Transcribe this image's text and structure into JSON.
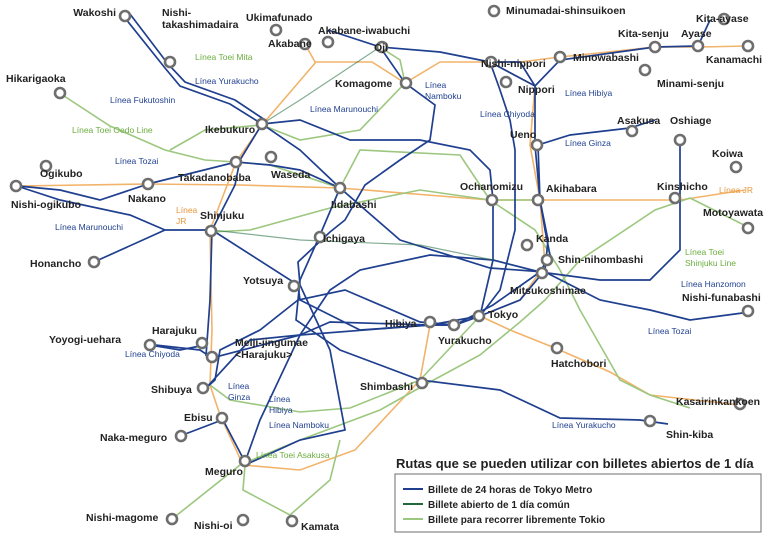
{
  "colors": {
    "metro": "#1f3f8f",
    "common": "#1e6a3a",
    "free": "#9cc77f",
    "jr": "#f2b36a",
    "station_outer": "#6e6e6e",
    "station_inner": "#ffffff",
    "label_dark": "#1f3f8f",
    "label_green": "#6cad3f",
    "label_orange": "#e8963a"
  },
  "stations": [
    {
      "id": "wakoshi",
      "name": "Wakoshi"
    },
    {
      "id": "nishi_takashimadaira",
      "name": "Nishi-\ntakashimadaira"
    },
    {
      "id": "ukimafunado",
      "name": "Ukimafunado"
    },
    {
      "id": "minumadai",
      "name": "Minumadai-shinsuikoen"
    },
    {
      "id": "kita_ayase",
      "name": "Kita-ayase"
    },
    {
      "id": "ayase",
      "name": "Ayase"
    },
    {
      "id": "kita_senju",
      "name": "Kita-senju"
    },
    {
      "id": "kanamachi",
      "name": "Kanamachi"
    },
    {
      "id": "akabane_iwabuchi",
      "name": "Akabane-iwabuchi"
    },
    {
      "id": "akabane",
      "name": "Akabane"
    },
    {
      "id": "oji",
      "name": "Oji"
    },
    {
      "id": "minowabashi",
      "name": "Minowabashi"
    },
    {
      "id": "minami_senju",
      "name": "Minami-senju"
    },
    {
      "id": "komagome",
      "name": "Komagome"
    },
    {
      "id": "nishi_nippori",
      "name": "Nishi-nippori"
    },
    {
      "id": "nippori",
      "name": "Nippori"
    },
    {
      "id": "hikarigaoka",
      "name": "Hikarigaoka"
    },
    {
      "id": "ikebukuro",
      "name": "Ikebukuro"
    },
    {
      "id": "ueno",
      "name": "Ueno"
    },
    {
      "id": "asakusa",
      "name": "Asakusa"
    },
    {
      "id": "oshiage",
      "name": "Oshiage"
    },
    {
      "id": "takadanobaba",
      "name": "Takadanobaba"
    },
    {
      "id": "waseda",
      "name": "Waseda"
    },
    {
      "id": "ogikubo",
      "name": "Ogikubo"
    },
    {
      "id": "nishi_ogikubo",
      "name": "Nishi-ogikubo"
    },
    {
      "id": "nakano",
      "name": "Nakano"
    },
    {
      "id": "ochanomizu",
      "name": "Ochanomizu"
    },
    {
      "id": "akihabara",
      "name": "Akihabara"
    },
    {
      "id": "iidabashi",
      "name": "Iidabashi"
    },
    {
      "id": "kinshicho",
      "name": "Kinshicho"
    },
    {
      "id": "koiwa",
      "name": "Koiwa"
    },
    {
      "id": "shinjuku",
      "name": "Shinjuku"
    },
    {
      "id": "motoyawata",
      "name": "Motoyawata"
    },
    {
      "id": "ichigaya",
      "name": "Ichigaya"
    },
    {
      "id": "kanda",
      "name": "Kanda"
    },
    {
      "id": "shin_nihombashi",
      "name": "Shin-nihombashi"
    },
    {
      "id": "honancho",
      "name": "Honancho"
    },
    {
      "id": "mitsukoshimae",
      "name": "Mitsukoshimae"
    },
    {
      "id": "yotsuya",
      "name": "Yotsuya"
    },
    {
      "id": "nishi_funabashi",
      "name": "Nishi-funabashi"
    },
    {
      "id": "tokyo",
      "name": "Tokyo"
    },
    {
      "id": "hibiya",
      "name": "Hibiya"
    },
    {
      "id": "yurakucho",
      "name": "Yurakucho"
    },
    {
      "id": "yoyogi_uehara",
      "name": "Yoyogi-uehara"
    },
    {
      "id": "harajuku",
      "name": "Harajuku"
    },
    {
      "id": "meiji_jingumae",
      "name": "Meiji-jingumae\n<Harajuku>"
    },
    {
      "id": "hatchobori",
      "name": "Hatchobori"
    },
    {
      "id": "shibuya",
      "name": "Shibuya"
    },
    {
      "id": "shimbashi",
      "name": "Shimbashi"
    },
    {
      "id": "kasairinkankoen",
      "name": "Kasairinkankoen"
    },
    {
      "id": "ebisu",
      "name": "Ebisu"
    },
    {
      "id": "shin_kiba",
      "name": "Shin-kiba"
    },
    {
      "id": "naka_meguro",
      "name": "Naka-meguro"
    },
    {
      "id": "meguro",
      "name": "Meguro"
    },
    {
      "id": "nishi_magome",
      "name": "Nishi-magome"
    },
    {
      "id": "nishi_oi",
      "name": "Nishi-oi"
    },
    {
      "id": "kamata",
      "name": "Kamata"
    }
  ],
  "line_labels": [
    {
      "text": "Línea Toei Mita",
      "kind": "green"
    },
    {
      "text": "Línea Yurakucho",
      "kind": "dark"
    },
    {
      "text": "Línea Fukutoshin",
      "kind": "dark"
    },
    {
      "text": "Línea\nNamboku",
      "kind": "dark"
    },
    {
      "text": "Línea Hibiya",
      "kind": "dark"
    },
    {
      "text": "Línea Toei Oedo Line",
      "kind": "green"
    },
    {
      "text": "Línea Marunouchi",
      "kind": "dark"
    },
    {
      "text": "Línea Chiyoda",
      "kind": "dark"
    },
    {
      "text": "Línea Ginza",
      "kind": "dark"
    },
    {
      "text": "Línea Tozai",
      "kind": "dark"
    },
    {
      "text": "Línea\nJR",
      "kind": "orange"
    },
    {
      "text": "Línea JR",
      "kind": "orange"
    },
    {
      "text": "Línea Marunouchi",
      "kind": "dark"
    },
    {
      "text": "Línea Toei\nShinjuku Line",
      "kind": "green"
    },
    {
      "text": "Línea Hanzomon",
      "kind": "dark"
    },
    {
      "text": "Línea Tozai",
      "kind": "dark"
    },
    {
      "text": "Línea Chiyoda",
      "kind": "dark"
    },
    {
      "text": "Línea\nGinza",
      "kind": "dark"
    },
    {
      "text": "Línea\nHibiya",
      "kind": "dark"
    },
    {
      "text": "Línea Namboku",
      "kind": "dark"
    },
    {
      "text": "Línea Toei Asakusa",
      "kind": "green"
    },
    {
      "text": "Línea Yurakucho",
      "kind": "dark"
    }
  ],
  "legend": {
    "title": "Rutas que se pueden utilizar con billetes abiertos de 1 día",
    "items": [
      {
        "label": "Billete de 24 horas de Tokyo Metro",
        "color": "#1f3f8f"
      },
      {
        "label": "Billete abierto de 1 día común",
        "color": "#1e6a3a"
      },
      {
        "label": "Billete para recorrer libremente Tokio",
        "color": "#9cc77f"
      }
    ]
  }
}
